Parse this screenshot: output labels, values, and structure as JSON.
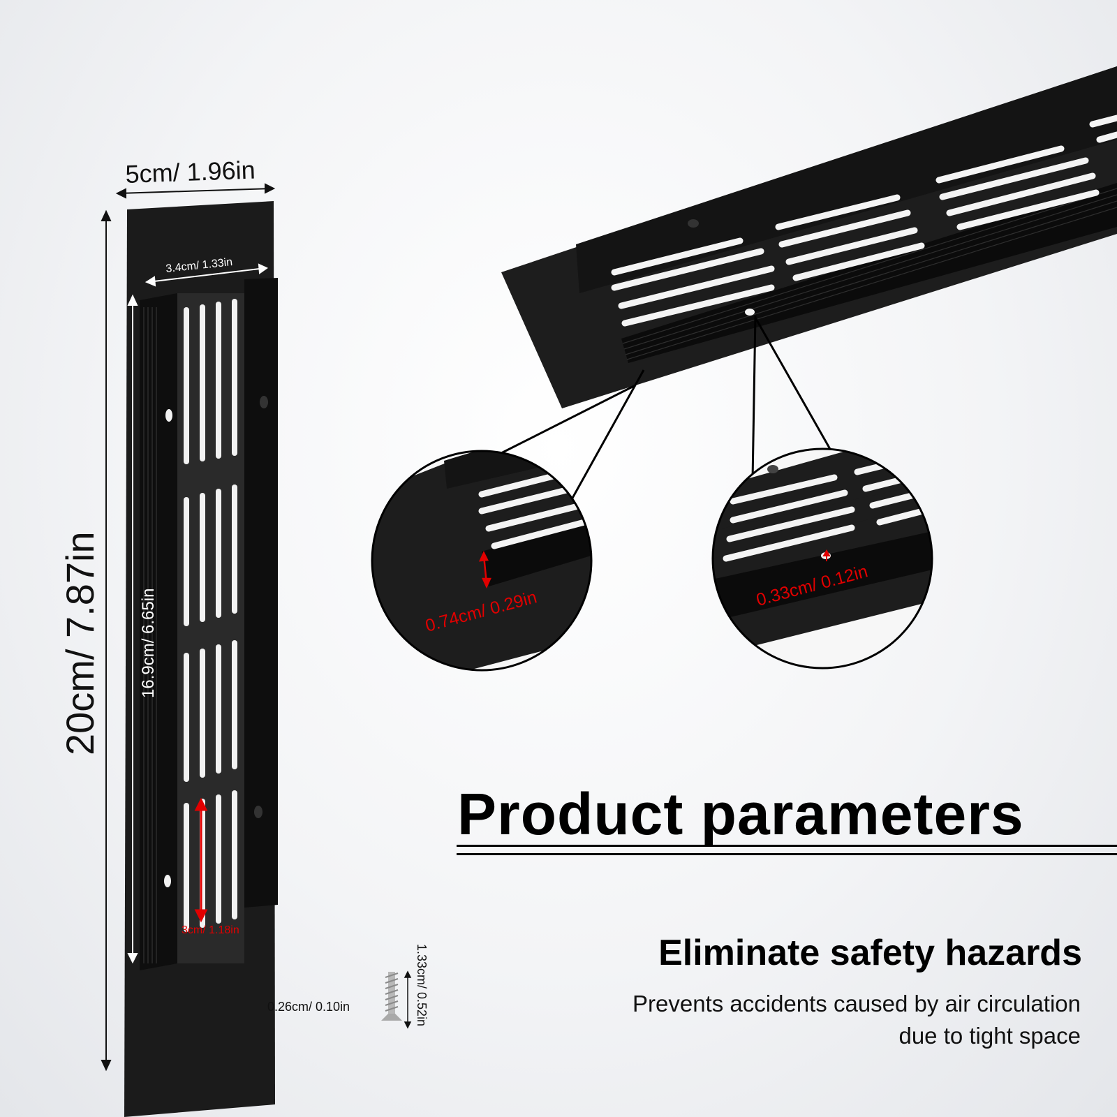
{
  "dimensions": {
    "overall_width": "5cm/ 1.96in",
    "inner_width": "3.4cm/ 1.33in",
    "overall_length": "20cm/ 7.87in",
    "inner_length": "16.9cm/ 6.65in",
    "slot_length": "3cm/ 1.18in",
    "flange_height": "0.74cm/ 0.29in",
    "hole_diameter": "0.33cm/ 0.12in",
    "screw_diameter": "0.26cm/ 0.10in",
    "screw_length": "1.33cm/ 0.52in"
  },
  "heading": {
    "title": "Product parameters",
    "subtitle": "Eliminate safety hazards",
    "description_line1": "Prevents accidents caused by air circulation",
    "description_line2": "due to tight space"
  },
  "colors": {
    "vent_black": "#1a1a1a",
    "dimension_red": "#e10000",
    "background": "#f3f4f6"
  }
}
